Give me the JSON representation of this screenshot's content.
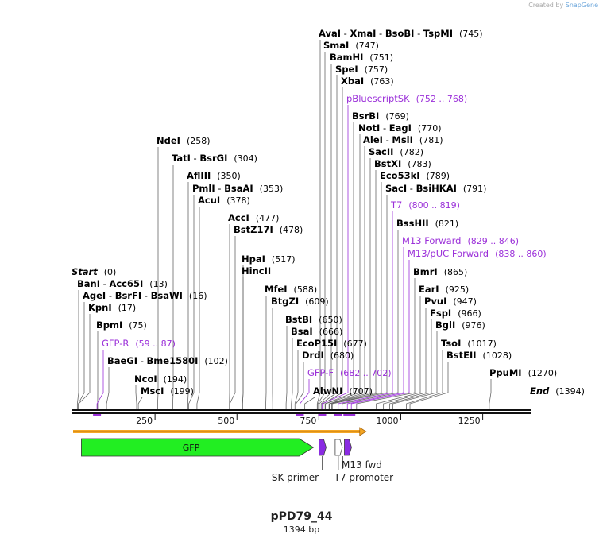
{
  "credit": {
    "prefix": "Created by",
    "brand": "SnapGene"
  },
  "plasmid": {
    "name": "pPD79_44",
    "length_label": "1394 bp",
    "length": 1394
  },
  "colors": {
    "enzyme": "#000000",
    "primer": "#9b30d9",
    "backbone": "#000000",
    "gfp_fill": "#22ee22",
    "orf_arrow": "#f5a623",
    "purple_feature": "#8a2be2"
  },
  "ruler": {
    "ticks": [
      250,
      500,
      750,
      1000,
      1250
    ]
  },
  "labels": [
    {
      "parts": [
        "AvaI",
        "XmaI",
        "BsoBI",
        "TspMI"
      ],
      "pos": "(745)",
      "site": 745,
      "kind": "enzyme"
    },
    {
      "parts": [
        "SmaI"
      ],
      "pos": "(747)",
      "site": 747,
      "kind": "enzyme"
    },
    {
      "parts": [
        "BamHI"
      ],
      "pos": "(751)",
      "site": 751,
      "kind": "enzyme"
    },
    {
      "parts": [
        "SpeI"
      ],
      "pos": "(757)",
      "site": 757,
      "kind": "enzyme"
    },
    {
      "parts": [
        "XbaI"
      ],
      "pos": "(763)",
      "site": 763,
      "kind": "enzyme"
    },
    {
      "parts": [
        "pBluescriptSK"
      ],
      "pos": "(752 .. 768)",
      "site": 760,
      "kind": "primer"
    },
    {
      "parts": [
        "BsrBI"
      ],
      "pos": "(769)",
      "site": 769,
      "kind": "enzyme"
    },
    {
      "parts": [
        "NotI",
        "EagI"
      ],
      "pos": "(770)",
      "site": 770,
      "kind": "enzyme"
    },
    {
      "parts": [
        "AleI",
        "MslI"
      ],
      "pos": "(781)",
      "site": 781,
      "kind": "enzyme"
    },
    {
      "parts": [
        "SacII"
      ],
      "pos": "(782)",
      "site": 782,
      "kind": "enzyme"
    },
    {
      "parts": [
        "BstXI"
      ],
      "pos": "(783)",
      "site": 783,
      "kind": "enzyme"
    },
    {
      "parts": [
        "Eco53kI"
      ],
      "pos": "(789)",
      "site": 789,
      "kind": "enzyme"
    },
    {
      "parts": [
        "SacI",
        "BsiHKAI"
      ],
      "pos": "(791)",
      "site": 791,
      "kind": "enzyme"
    },
    {
      "parts": [
        "T7"
      ],
      "pos": "(800 .. 819)",
      "site": 809,
      "kind": "primer"
    },
    {
      "parts": [
        "BssHII"
      ],
      "pos": "(821)",
      "site": 821,
      "kind": "enzyme"
    },
    {
      "parts": [
        "M13 Forward"
      ],
      "pos": "(829 .. 846)",
      "site": 837,
      "kind": "primer"
    },
    {
      "parts": [
        "M13/pUC Forward"
      ],
      "pos": "(838 .. 860)",
      "site": 849,
      "kind": "primer"
    },
    {
      "parts": [
        "BmrI"
      ],
      "pos": "(865)",
      "site": 865,
      "kind": "enzyme"
    },
    {
      "parts": [
        "EarI"
      ],
      "pos": "(925)",
      "site": 925,
      "kind": "enzyme"
    },
    {
      "parts": [
        "PvuI"
      ],
      "pos": "(947)",
      "site": 947,
      "kind": "enzyme"
    },
    {
      "parts": [
        "FspI"
      ],
      "pos": "(966)",
      "site": 966,
      "kind": "enzyme"
    },
    {
      "parts": [
        "BglI"
      ],
      "pos": "(976)",
      "site": 976,
      "kind": "enzyme"
    },
    {
      "parts": [
        "TsoI"
      ],
      "pos": "(1017)",
      "site": 1017,
      "kind": "enzyme"
    },
    {
      "parts": [
        "BstEII"
      ],
      "pos": "(1028)",
      "site": 1028,
      "kind": "enzyme"
    },
    {
      "parts": [
        "PpuMI"
      ],
      "pos": "(1270)",
      "site": 1270,
      "kind": "enzyme"
    },
    {
      "parts": [
        "End"
      ],
      "pos": "(1394)",
      "site": 1394,
      "kind": "end"
    },
    {
      "parts": [
        "NdeI"
      ],
      "pos": "(258)",
      "site": 258,
      "kind": "enzyme"
    },
    {
      "parts": [
        "TatI",
        "BsrGI"
      ],
      "pos": "(304)",
      "site": 304,
      "kind": "enzyme"
    },
    {
      "parts": [
        "AflIII"
      ],
      "pos": "(350)",
      "site": 350,
      "kind": "enzyme"
    },
    {
      "parts": [
        "PmlI",
        "BsaAI"
      ],
      "pos": "(353)",
      "site": 353,
      "kind": "enzyme"
    },
    {
      "parts": [
        "AcuI"
      ],
      "pos": "(378)",
      "site": 378,
      "kind": "enzyme"
    },
    {
      "parts": [
        "AccI"
      ],
      "pos": "(477)",
      "site": 477,
      "kind": "enzyme"
    },
    {
      "parts": [
        "BstZ17I"
      ],
      "pos": "(478)",
      "site": 478,
      "kind": "enzyme"
    },
    {
      "parts": [
        "HpaI"
      ],
      "pos": "(517)",
      "site": 517,
      "kind": "enzyme"
    },
    {
      "parts": [
        "HincII"
      ],
      "pos": "",
      "site": 517,
      "kind": "enzyme"
    },
    {
      "parts": [
        "MfeI"
      ],
      "pos": "(588)",
      "site": 588,
      "kind": "enzyme"
    },
    {
      "parts": [
        "BtgZI"
      ],
      "pos": "(609)",
      "site": 609,
      "kind": "enzyme"
    },
    {
      "parts": [
        "BstBI"
      ],
      "pos": "(650)",
      "site": 650,
      "kind": "enzyme"
    },
    {
      "parts": [
        "BsaI"
      ],
      "pos": "(666)",
      "site": 666,
      "kind": "enzyme"
    },
    {
      "parts": [
        "EcoP15I"
      ],
      "pos": "(677)",
      "site": 677,
      "kind": "enzyme"
    },
    {
      "parts": [
        "DrdI"
      ],
      "pos": "(680)",
      "site": 680,
      "kind": "enzyme"
    },
    {
      "parts": [
        "GFP-F"
      ],
      "pos": "(682 .. 702)",
      "site": 692,
      "kind": "primer"
    },
    {
      "parts": [
        "AlwNI"
      ],
      "pos": "(707)",
      "site": 707,
      "kind": "enzyme"
    },
    {
      "parts": [
        "Start"
      ],
      "pos": "(0)",
      "site": 0,
      "kind": "end"
    },
    {
      "parts": [
        "BanI",
        "Acc65I"
      ],
      "pos": "(13)",
      "site": 13,
      "kind": "enzyme"
    },
    {
      "parts": [
        "AgeI",
        "BsrFI",
        "BsaWI"
      ],
      "pos": "(16)",
      "site": 16,
      "kind": "enzyme"
    },
    {
      "parts": [
        "KpnI"
      ],
      "pos": "(17)",
      "site": 17,
      "kind": "enzyme"
    },
    {
      "parts": [
        "BpmI"
      ],
      "pos": "(75)",
      "site": 75,
      "kind": "enzyme"
    },
    {
      "parts": [
        "GFP-R"
      ],
      "pos": "(59 .. 87)",
      "site": 73,
      "kind": "primer"
    },
    {
      "parts": [
        "BaeGI",
        "Bme1580I"
      ],
      "pos": "(102)",
      "site": 102,
      "kind": "enzyme"
    },
    {
      "parts": [
        "NcoI"
      ],
      "pos": "(194)",
      "site": 194,
      "kind": "enzyme"
    },
    {
      "parts": [
        "MscI"
      ],
      "pos": "(199)",
      "site": 199,
      "kind": "enzyme"
    }
  ],
  "features": [
    {
      "name": "GFP",
      "start": 6,
      "end": 726,
      "type": "gene"
    },
    {
      "name": "SK primer",
      "start": 752,
      "end": 768,
      "type": "primer_bind"
    },
    {
      "name": "T7 promoter",
      "start": 800,
      "end": 819,
      "type": "promoter"
    },
    {
      "name": "M13 fwd",
      "start": 829,
      "end": 846,
      "type": "primer_bind"
    }
  ],
  "orf": {
    "start": 0,
    "end": 894
  }
}
